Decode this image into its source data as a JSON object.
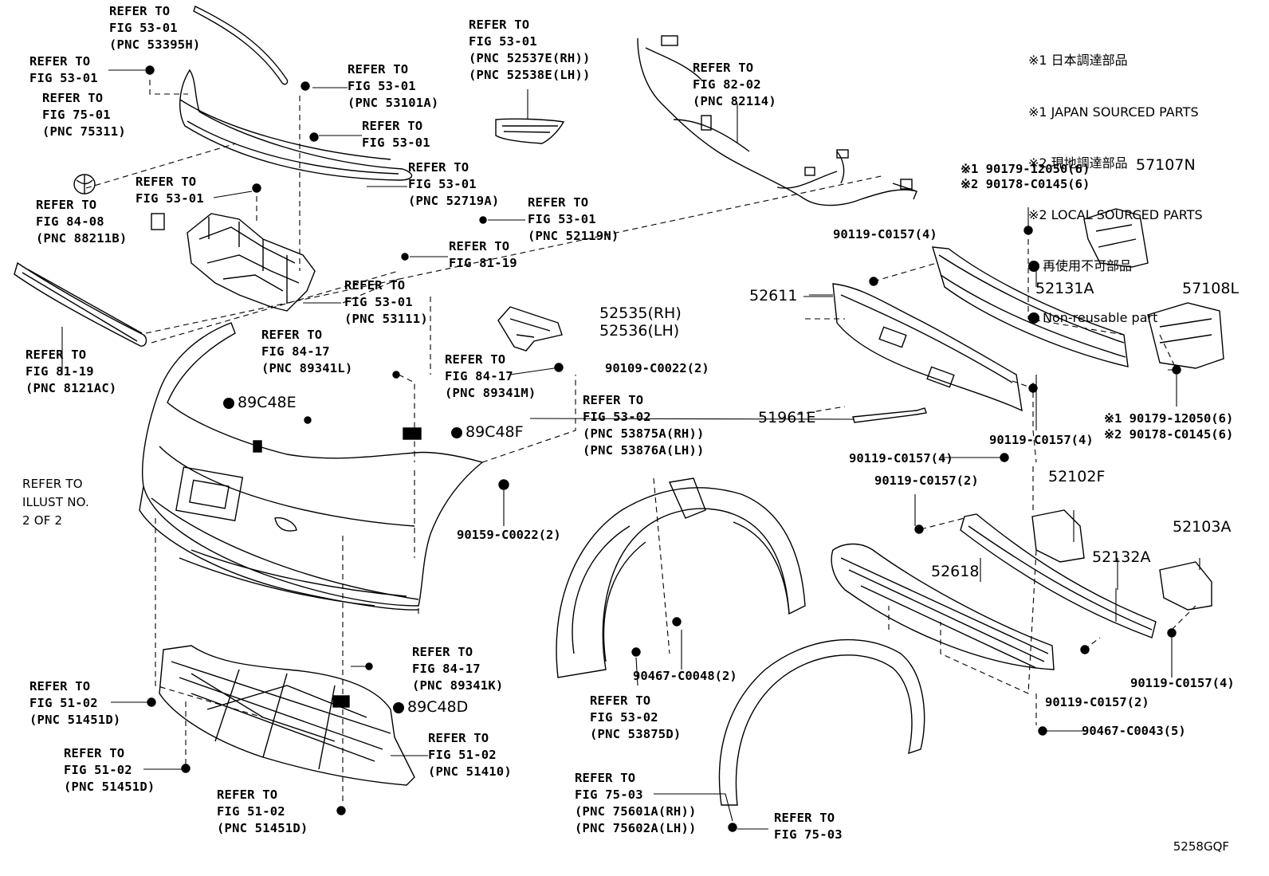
{
  "legend": {
    "line1": "※1 日本調達部品",
    "line2": "※1 JAPAN SOURCED PARTS",
    "line3": "※2 現地調達部品",
    "line4": "※2 LOCAL SOURCED PARTS",
    "line5": "再使用不可部品",
    "line6": "Non-reusable part"
  },
  "illustration_code": "5258GQF",
  "refs": [
    {
      "l1": "REFER TO",
      "l2": "FIG 53-01",
      "l3": "(PNC 53395H)"
    },
    {
      "l1": "REFER TO",
      "l2": "FIG 53-01",
      "l3": ""
    },
    {
      "l1": "REFER TO",
      "l2": "FIG 75-01",
      "l3": "(PNC 75311)"
    },
    {
      "l1": "REFER TO",
      "l2": "FIG 53-01",
      "l3": "(PNC 53101A)"
    },
    {
      "l1": "REFER TO",
      "l2": "FIG 53-01",
      "l3": ""
    },
    {
      "l1": "REFER TO",
      "l2": "FIG 53-01",
      "l3": "(PNC 52537E(RH))",
      "l4": "(PNC 52538E(LH))"
    },
    {
      "l1": "REFER TO",
      "l2": "FIG 82-02",
      "l3": "(PNC 82114)"
    },
    {
      "l1": "REFER TO",
      "l2": "FIG 53-01",
      "l3": "(PNC 52719A)"
    },
    {
      "l1": "REFER TO",
      "l2": "FIG 53-01",
      "l3": ""
    },
    {
      "l1": "REFER TO",
      "l2": "FIG 84-08",
      "l3": "(PNC 88211B)"
    },
    {
      "l1": "REFER TO",
      "l2": "FIG 53-01",
      "l3": "(PNC 52119N)"
    },
    {
      "l1": "REFER TO",
      "l2": "FIG 81-19",
      "l3": ""
    },
    {
      "l1": "REFER TO",
      "l2": "FIG 53-01",
      "l3": "(PNC 53111)"
    },
    {
      "l1": "REFER TO",
      "l2": "FIG 81-19",
      "l3": "(PNC 8121AC)"
    },
    {
      "l1": "REFER TO",
      "l2": "FIG 84-17",
      "l3": "(PNC 89341L)"
    },
    {
      "l1": "REFER TO",
      "l2": "FIG 84-17",
      "l3": "(PNC 89341M)"
    },
    {
      "l1": "REFER TO",
      "l2": "FIG 53-02",
      "l3": "(PNC 53875A(RH))",
      "l4": "(PNC 53876A(LH))"
    },
    {
      "l1": "REFER TO",
      "l2": "ILLUST NO.",
      "l3": "2 OF 2"
    },
    {
      "l1": "REFER TO",
      "l2": "FIG 84-17",
      "l3": "(PNC 89341K)"
    },
    {
      "l1": "REFER TO",
      "l2": "FIG 51-02",
      "l3": "(PNC 51451D)"
    },
    {
      "l1": "REFER TO",
      "l2": "FIG 53-02",
      "l3": "(PNC 53875D)"
    },
    {
      "l1": "REFER TO",
      "l2": "FIG 51-02",
      "l3": "(PNC 51410)"
    },
    {
      "l1": "REFER TO",
      "l2": "FIG 51-02",
      "l3": "(PNC 51451D)"
    },
    {
      "l1": "REFER TO",
      "l2": "FIG 51-02",
      "l3": "(PNC 51451D)"
    },
    {
      "l1": "REFER TO",
      "l2": "FIG 75-03",
      "l3": "(PNC 75601A(RH))",
      "l4": "(PNC 75602A(LH))"
    },
    {
      "l1": "REFER TO",
      "l2": "FIG 75-03",
      "l3": ""
    }
  ],
  "parts": {
    "p57107N": "57107N",
    "p57108L": "57108L",
    "p52131A": "52131A",
    "p52611": "52611",
    "p52535": "52535(RH)",
    "p52536": "52536(LH)",
    "p51961E": "51961E",
    "p52102F": "52102F",
    "p52103A": "52103A",
    "p52132A": "52132A",
    "p52618": "52618",
    "p89C48E": "89C48E",
    "p89C48F": "89C48F",
    "p89C48D": "89C48D",
    "b90179a1": "※1 90179-12050(6)",
    "b90178a2": "※2 90178-C0145(6)",
    "b90179b1": "※1 90179-12050(6)",
    "b90178b2": "※2 90178-C0145(6)",
    "b90119_1": "90119-C0157(4)",
    "b90119_2": "90119-C0157(4)",
    "b90119_3": "90119-C0157(4)",
    "b90119_4": "90119-C0157(2)",
    "b90119_5": "90119-C0157(4)",
    "b90119_6": "90119-C0157(2)",
    "b90109": "90109-C0022(2)",
    "b90159": "90159-C0022(2)",
    "b90467a": "90467-C0048(2)",
    "b90467b": "90467-C0043(5)"
  }
}
